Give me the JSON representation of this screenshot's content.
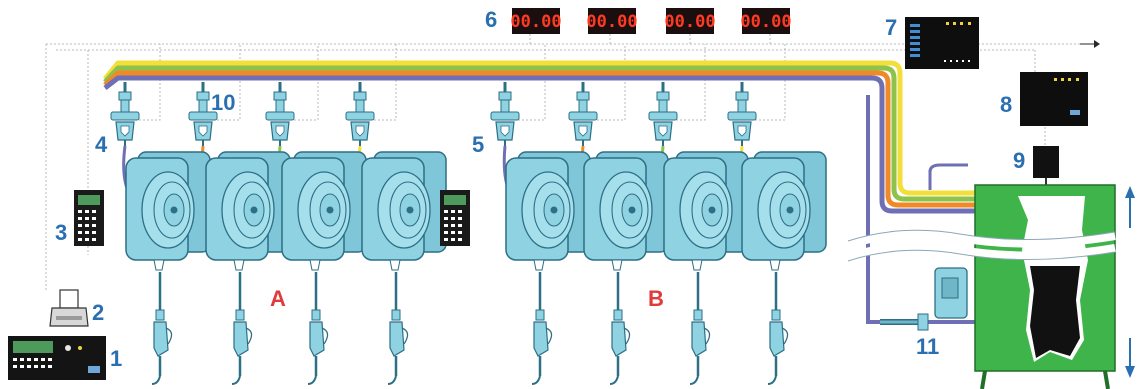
{
  "colors": {
    "pipe_purple": "#6f6fb6",
    "pipe_orange": "#f08a28",
    "pipe_green": "#8fc24a",
    "pipe_yellow": "#f3df3a",
    "reel_body": "#8fd3e3",
    "reel_outline": "#2d6f86",
    "tank": "#3fb44a",
    "callout": "#2a6fb0",
    "zone_label": "#e03a3a",
    "led_digits": "#ff3a22",
    "signal_line": "#b9b9b9",
    "arrow": "#2a6fb0"
  },
  "callouts": {
    "n1": "1",
    "n2": "2",
    "n3": "3",
    "n4": "4",
    "n5": "5",
    "n6": "6",
    "n7": "7",
    "n8": "8",
    "n9": "9",
    "n10": "10",
    "n11": "11"
  },
  "zones": {
    "a": "A",
    "b": "B"
  },
  "displays": [
    "00.00",
    "00.00",
    "00.00",
    "00.00"
  ],
  "tank_flow": {
    "up_arrow": "arrow-up-icon",
    "down_arrow": "arrow-down-icon"
  }
}
